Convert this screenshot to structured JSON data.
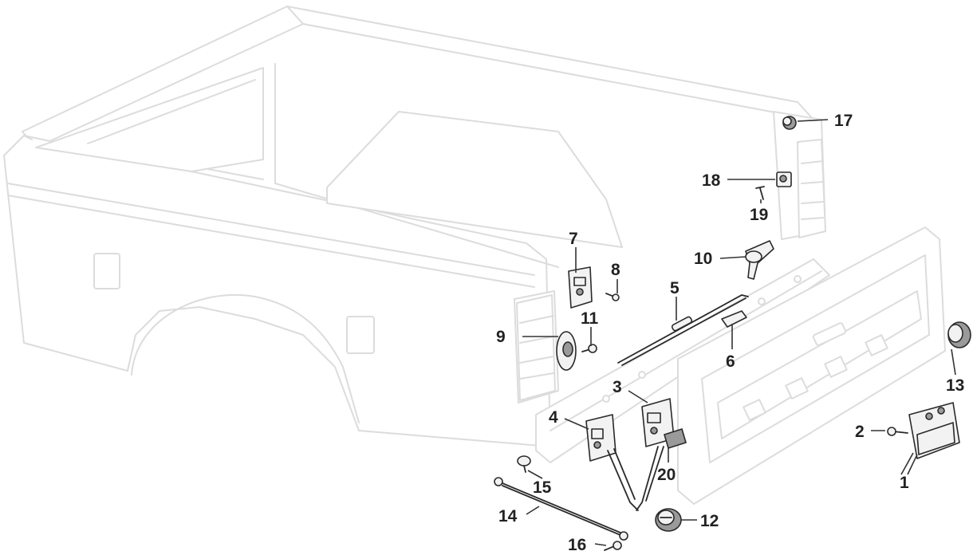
{
  "diagram": {
    "callouts": [
      {
        "id": "1",
        "label": "1"
      },
      {
        "id": "2",
        "label": "2"
      },
      {
        "id": "3",
        "label": "3"
      },
      {
        "id": "4",
        "label": "4"
      },
      {
        "id": "5",
        "label": "5"
      },
      {
        "id": "6",
        "label": "6"
      },
      {
        "id": "7",
        "label": "7"
      },
      {
        "id": "8",
        "label": "8"
      },
      {
        "id": "9",
        "label": "9"
      },
      {
        "id": "10",
        "label": "10"
      },
      {
        "id": "11",
        "label": "11"
      },
      {
        "id": "12",
        "label": "12"
      },
      {
        "id": "13",
        "label": "13"
      },
      {
        "id": "14",
        "label": "14"
      },
      {
        "id": "15",
        "label": "15"
      },
      {
        "id": "16",
        "label": "16"
      },
      {
        "id": "17",
        "label": "17"
      },
      {
        "id": "18",
        "label": "18"
      },
      {
        "id": "19",
        "label": "19"
      },
      {
        "id": "20",
        "label": "20"
      }
    ],
    "colors": {
      "background": "#ffffff",
      "ghost_outline": "#dcdcdc",
      "part_outline": "#2a2a2a",
      "part_fill": "#f2f2f2",
      "callout_text": "#222222"
    }
  }
}
